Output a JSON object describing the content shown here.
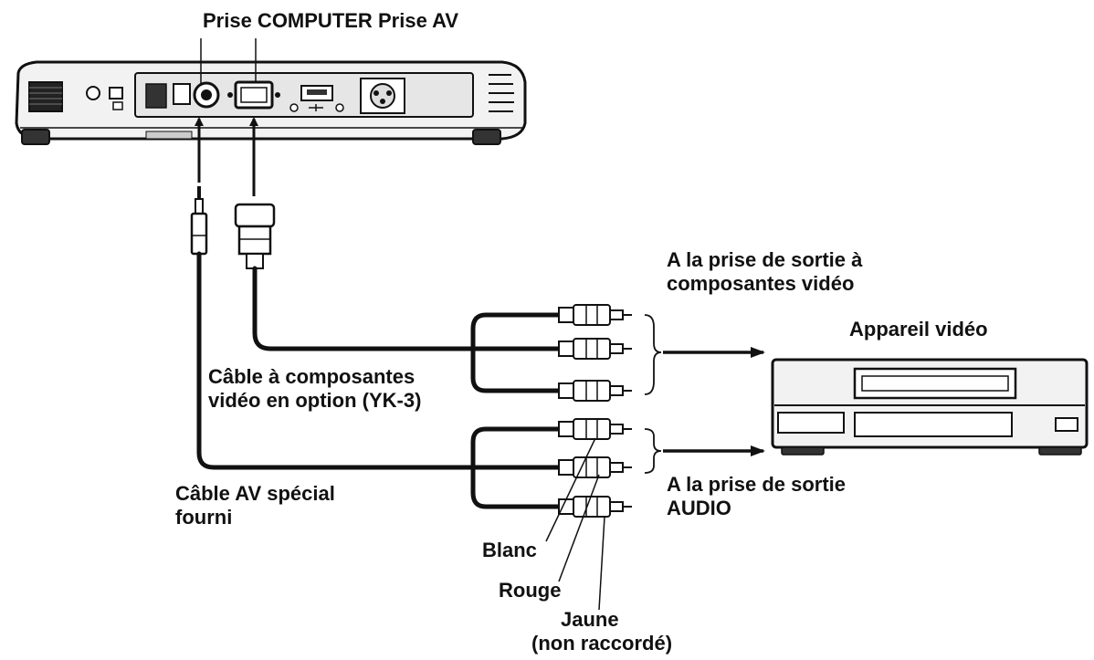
{
  "labels": {
    "computer_jack": "Prise COMPUTER",
    "av_jack": "Prise AV",
    "component_out_line1": "A la prise de sortie à",
    "component_out_line2": "composantes vidéo",
    "video_device": "Appareil vidéo",
    "component_cable_line1": "Câble à composantes",
    "component_cable_line2": "vidéo en option (YK-3)",
    "av_cable_line1": "Câble AV spécial",
    "av_cable_line2": "fourni",
    "audio_out_line1": "A la prise de sortie",
    "audio_out_line2": "AUDIO",
    "white": "Blanc",
    "red": "Rouge",
    "yellow_line1": "Jaune",
    "yellow_line2": "(non raccordé)"
  },
  "colors": {
    "ink": "#111111",
    "device_fill": "#f2f2f2",
    "panel_fill": "#e6e6e6",
    "background": "#ffffff"
  }
}
